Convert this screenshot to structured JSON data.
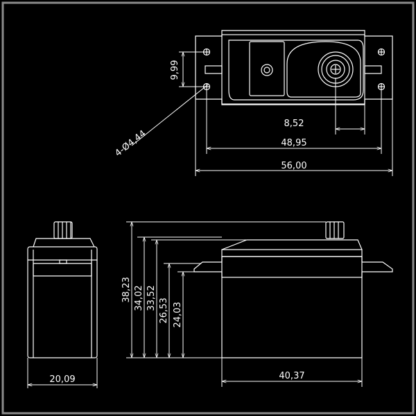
{
  "drawing": {
    "background": "#000000",
    "stroke_color": "#ffffff",
    "frame_color": "#8a8a8a",
    "dimensions": {
      "mount_hole_spacing": "9,99",
      "mount_hole_callout": "4-Ø4,44",
      "output_shaft_offset": "8,52",
      "mount_hole_span": "48,95",
      "overall_length": "56,00",
      "overall_height": "38,23",
      "height_to_case_top": "34,02",
      "height_to_top_cover": "33,52",
      "height_to_flange_top": "26,53",
      "height_to_flange_bottom": "24,03",
      "case_width": "20,09",
      "case_length": "40,37"
    }
  }
}
